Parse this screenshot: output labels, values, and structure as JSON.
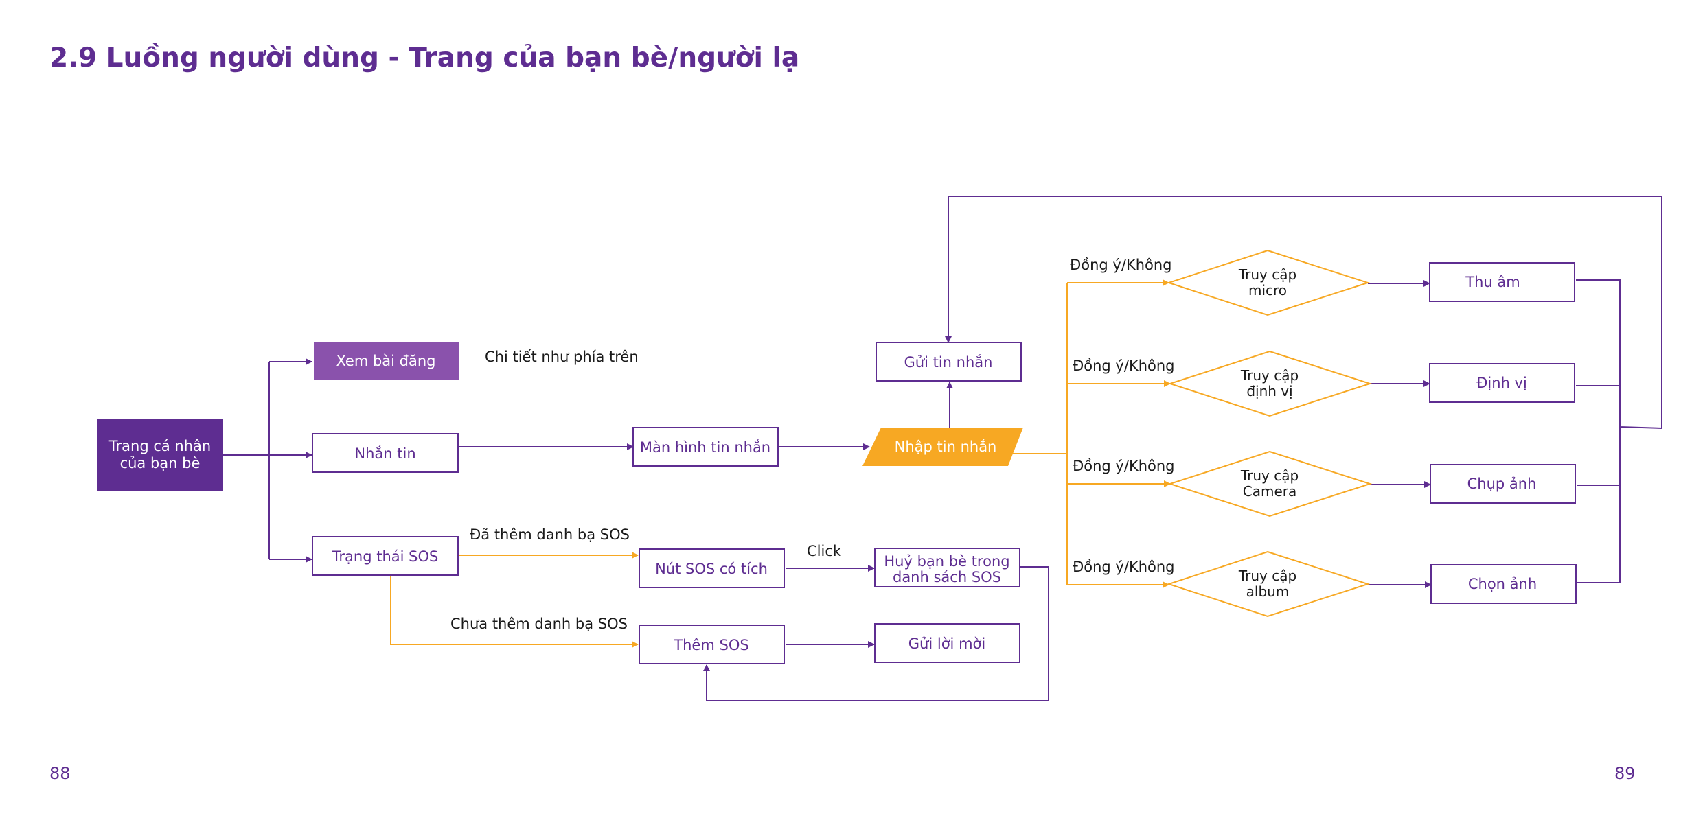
{
  "title": "2.9 Luồng người dùng - Trang của bạn bè/người lạ",
  "page_left": "88",
  "page_right": "89",
  "colors": {
    "purple": "#5e2d91",
    "purple_light": "#8a52ac",
    "orange": "#f7a823",
    "white": "#ffffff",
    "dark": "#1a1a1a"
  },
  "nodes": {
    "trang_ca_nhan": [
      "Trang cá nhân",
      "của bạn bè"
    ],
    "xem_bai_dang": "Xem bài đăng",
    "nhan_tin": "Nhắn tin",
    "trang_thai_sos": "Trạng thái SOS",
    "man_hinh_tin_nhan": "Màn hình tin nhắn",
    "nhap_tin_nhan": "Nhập tin nhắn",
    "gui_tin_nhan": "Gửi tin nhắn",
    "nut_sos": "Nút SOS có tích",
    "huy_ban_be": [
      "Huỷ bạn bè trong",
      "danh sách SOS"
    ],
    "them_sos": "Thêm SOS",
    "gui_loi_moi": "Gửi lời mời",
    "truy_cap_micro": [
      "Truy cập",
      "micro"
    ],
    "truy_cap_dinh_vi": [
      "Truy cập",
      "định vị"
    ],
    "truy_cap_camera": [
      "Truy cập",
      "Camera"
    ],
    "truy_cap_album": [
      "Truy cập",
      "album"
    ],
    "thu_am": "Thu âm",
    "dinh_vi": "Định vị",
    "chup_anh": "Chụp ảnh",
    "chon_anh": "Chọn ảnh"
  },
  "labels": {
    "chi_tiet": "Chi tiết như phía trên",
    "da_them": "Đã thêm danh bạ SOS",
    "chua_them": "Chưa thêm danh bạ SOS",
    "click": "Click",
    "dong_y_1": "Đồng ý/Không",
    "dong_y_2": "Đồng ý/Không",
    "dong_y_3": "Đồng ý/Không",
    "dong_y_4": "Đồng ý/Không"
  }
}
